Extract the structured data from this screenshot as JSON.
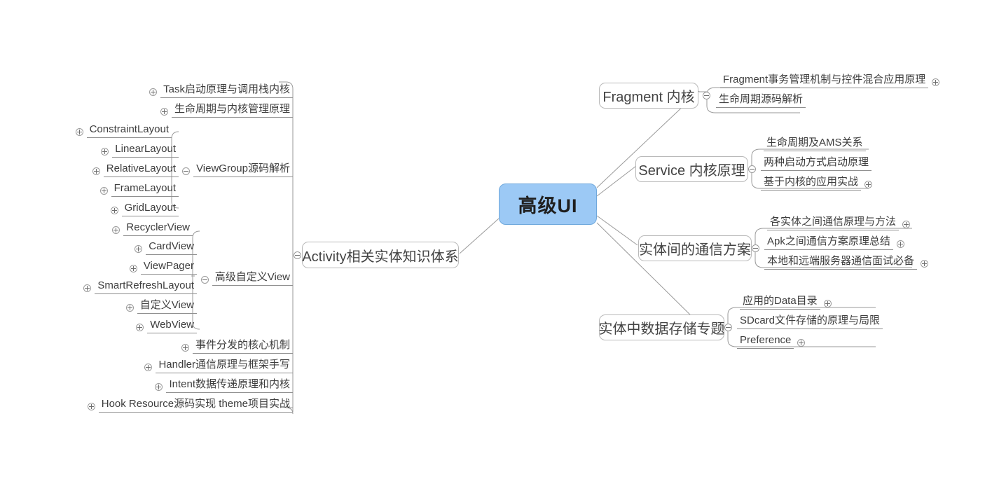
{
  "mindmap": {
    "title": "高级UI",
    "center": {
      "label": "高级UI",
      "color": "#9cc9f5",
      "border": "#6fa8dc"
    },
    "branches": {
      "right": [
        {
          "label": "Fragment 内核",
          "toggle": "minus",
          "children": [
            {
              "label": "Fragment事务管理机制与控件混合应用原理",
              "toggle": "plus"
            },
            {
              "label": "生命周期源码解析",
              "toggle": "none"
            }
          ]
        },
        {
          "label": "Service 内核原理",
          "toggle": "minus",
          "children": [
            {
              "label": "生命周期及AMS关系",
              "toggle": "none"
            },
            {
              "label": "两种启动方式启动原理",
              "toggle": "none"
            },
            {
              "label": "基于内核的应用实战",
              "toggle": "plus"
            }
          ]
        },
        {
          "label": "实体间的通信方案",
          "toggle": "minus",
          "children": [
            {
              "label": "各实体之间通信原理与方法",
              "toggle": "plus"
            },
            {
              "label": "Apk之间通信方案原理总结",
              "toggle": "plus"
            },
            {
              "label": "本地和远端服务器通信面试必备",
              "toggle": "plus"
            }
          ]
        },
        {
          "label": "实体中数据存储专题",
          "toggle": "minus",
          "children": [
            {
              "label": "应用的Data目录",
              "toggle": "plus"
            },
            {
              "label": "SDcard文件存储的原理与局限",
              "toggle": "none"
            },
            {
              "label": "Preference",
              "toggle": "plus"
            }
          ]
        }
      ],
      "left": [
        {
          "label": "Activity相关实体知识体系",
          "toggle": "minus",
          "children": [
            {
              "label": "Task启动原理与调用栈内核",
              "toggle": "plus"
            },
            {
              "label": "生命周期与内核管理原理",
              "toggle": "plus"
            },
            {
              "label": "ViewGroup源码解析",
              "toggle": "minus",
              "children": [
                {
                  "label": "ConstraintLayout",
                  "toggle": "plus"
                },
                {
                  "label": "LinearLayout",
                  "toggle": "plus"
                },
                {
                  "label": "RelativeLayout",
                  "toggle": "plus"
                },
                {
                  "label": "FrameLayout",
                  "toggle": "plus"
                },
                {
                  "label": "GridLayout",
                  "toggle": "plus"
                }
              ]
            },
            {
              "label": "高级自定义View",
              "toggle": "minus",
              "children": [
                {
                  "label": "RecyclerView",
                  "toggle": "plus"
                },
                {
                  "label": "CardView",
                  "toggle": "plus"
                },
                {
                  "label": "ViewPager",
                  "toggle": "plus"
                },
                {
                  "label": "SmartRefreshLayout",
                  "toggle": "plus"
                },
                {
                  "label": "自定义View",
                  "toggle": "plus"
                },
                {
                  "label": "WebView",
                  "toggle": "plus"
                }
              ]
            },
            {
              "label": "事件分发的核心机制",
              "toggle": "plus"
            },
            {
              "label": "Handler通信原理与框架手写",
              "toggle": "plus"
            },
            {
              "label": "Intent数据传递原理和内核",
              "toggle": "plus"
            },
            {
              "label": "Hook Resource源码实现 theme项目实战",
              "toggle": "plus"
            }
          ]
        }
      ]
    }
  }
}
